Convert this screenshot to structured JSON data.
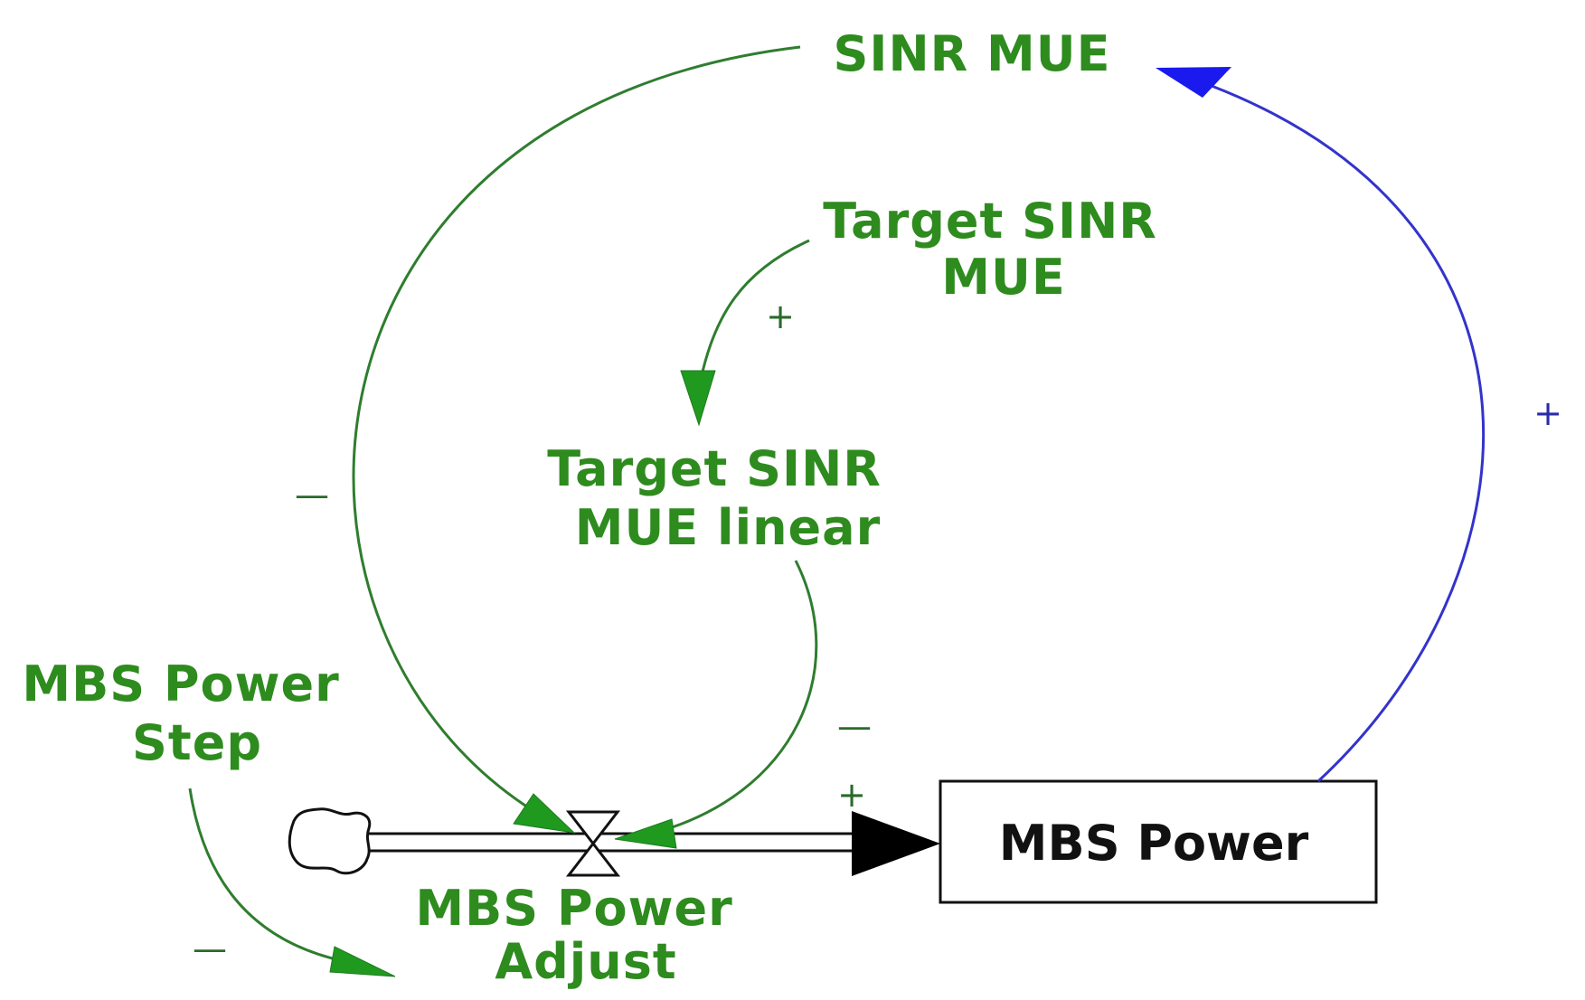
{
  "variables": {
    "sinr_mue": "SINR MUE",
    "target_sinr_mue": [
      "Target SINR",
      "MUE"
    ],
    "target_sinr_mue_linear": [
      "Target SINR",
      "MUE linear"
    ],
    "mbs_power_step": [
      "MBS Power",
      "Step"
    ],
    "mbs_power_adjust": [
      "MBS Power",
      "Adjust"
    ]
  },
  "stock": {
    "label": "MBS Power"
  },
  "polarities": {
    "sinr_to_adjust": "—",
    "target_to_linear": "+",
    "linear_to_adjust": "—",
    "flow_to_stock": "+",
    "stock_to_sinr": "+",
    "step_to_adjust": "—"
  },
  "colors": {
    "variable_text": "#2e8b1e",
    "link_green": "#2f7d2f",
    "link_blue": "#3333cc",
    "stock_border": "#111111"
  }
}
